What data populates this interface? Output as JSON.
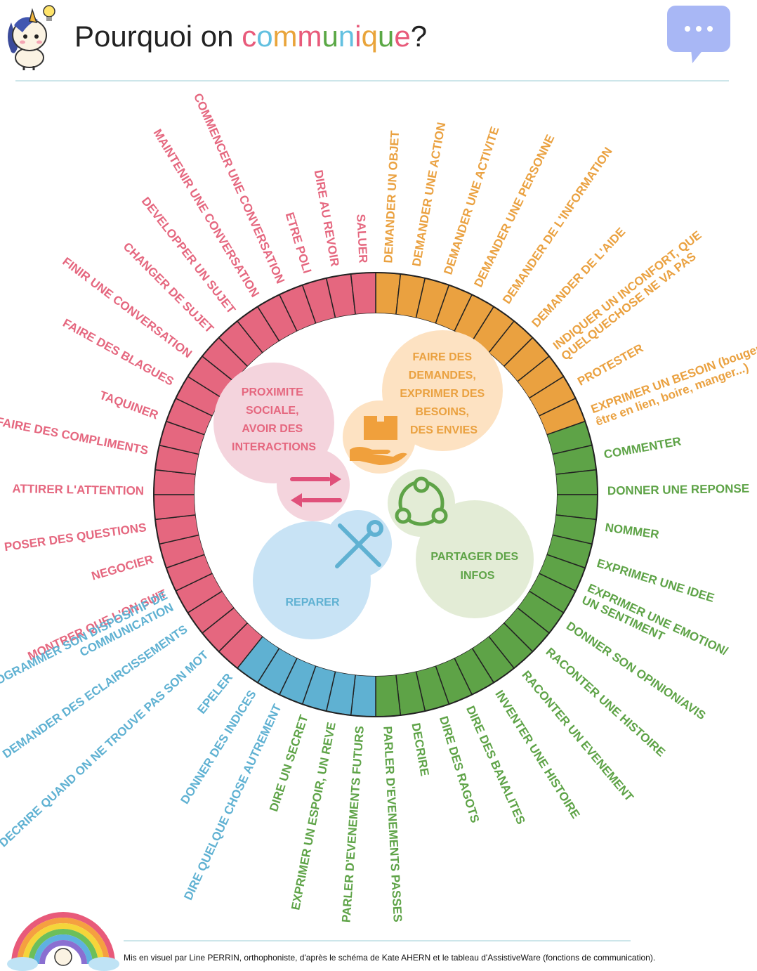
{
  "header": {
    "title_prefix": "Pourquoi on ",
    "title_letters": [
      "c",
      "o",
      "m",
      "m",
      "u",
      "n",
      "i",
      "q",
      "u",
      "e"
    ],
    "title_letter_colors": [
      "#e85a7a",
      "#62c0e0",
      "#e9a43a",
      "#e85a7a",
      "#5aa845",
      "#62c0e0",
      "#e85a7a",
      "#e9a43a",
      "#5aa845",
      "#e85a7a"
    ],
    "title_suffix": "?",
    "chat_icon": "speech-bubble-icon",
    "mascot_icon": "unicorn-mascot-icon"
  },
  "colors": {
    "pink": "#e5677f",
    "orange": "#eaa140",
    "green": "#5ea347",
    "blue": "#5fb1d2"
  },
  "ring": {
    "pink_segments": 22,
    "orange_segments": 11,
    "green_segments": 17,
    "blue_segments": 6
  },
  "categories": [
    {
      "id": "social",
      "color": "pink",
      "lines": [
        "PROXIMITE",
        "SOCIALE,",
        "AVOIR DES",
        "INTERACTIONS"
      ],
      "icon": "arrows-exchange-icon"
    },
    {
      "id": "requests",
      "color": "orange",
      "lines": [
        "FAIRE DES",
        "DEMANDES,",
        "EXPRIMER DES",
        "BESOINS,",
        "DES ENVIES"
      ],
      "icon": "hand-box-icon"
    },
    {
      "id": "share",
      "color": "green",
      "lines": [
        "PARTAGER DES",
        "INFOS"
      ],
      "icon": "share-network-icon"
    },
    {
      "id": "repair",
      "color": "blue",
      "lines": [
        "REPARER"
      ],
      "icon": "wrench-screwdriver-icon"
    }
  ],
  "labels": [
    {
      "text": "SALUER",
      "color": "pink"
    },
    {
      "text": "DIRE AU REVOIR",
      "color": "pink"
    },
    {
      "text": "ETRE POLI",
      "color": "pink"
    },
    {
      "text": "COMMENCER UNE CONVERSATION",
      "color": "pink"
    },
    {
      "text": "MAINTENIR UNE CONVERSATION",
      "color": "pink"
    },
    {
      "text": "DEVELOPPER UN SUJET",
      "color": "pink"
    },
    {
      "text": "CHANGER DE SUJET",
      "color": "pink"
    },
    {
      "text": "FINIR UNE CONVERSATION",
      "color": "pink"
    },
    {
      "text": "FAIRE DES BLAGUES",
      "color": "pink"
    },
    {
      "text": "TAQUINER",
      "color": "pink"
    },
    {
      "text": "FAIRE DES COMPLIMENTS",
      "color": "pink"
    },
    {
      "text": "ATTIRER L'ATTENTION",
      "color": "pink"
    },
    {
      "text": "POSER DES QUESTIONS",
      "color": "pink"
    },
    {
      "text": "NEGOCIER",
      "color": "pink"
    },
    {
      "text": "MONTRER QUE L'ON SUIT",
      "color": "pink"
    },
    {
      "text": "DEMANDER UN OBJET",
      "color": "orange"
    },
    {
      "text": "DEMANDER UNE ACTION",
      "color": "orange"
    },
    {
      "text": "DEMANDER UNE ACTIVITE",
      "color": "orange"
    },
    {
      "text": "DEMANDER UNE PERSONNE",
      "color": "orange"
    },
    {
      "text": "DEMANDER DE L'INFORMATION",
      "color": "orange"
    },
    {
      "text": "DEMANDER DE L'AIDE",
      "color": "orange"
    },
    {
      "text": "INDIQUER UN INCONFORT, QUE",
      "text2": "QUELQUECHOSE NE VA PAS",
      "color": "orange"
    },
    {
      "text": "PROTESTER",
      "color": "orange"
    },
    {
      "text": "EXPRIMER UN BESOIN (bouger,",
      "text2": "être en lien, boire, manger...)",
      "color": "orange"
    },
    {
      "text": "COMMENTER",
      "color": "green"
    },
    {
      "text": "DONNER UNE REPONSE",
      "color": "green"
    },
    {
      "text": "NOMMER",
      "color": "green"
    },
    {
      "text": "EXPRIMER UNE IDEE",
      "color": "green"
    },
    {
      "text": "EXPRIMER UNE EMOTION/",
      "text2": "UN SENTIMENT",
      "color": "green"
    },
    {
      "text": "DONNER SON OPINION/AVIS",
      "color": "green"
    },
    {
      "text": "RACONTER UNE HISTOIRE",
      "color": "green"
    },
    {
      "text": "RACONTER UN EVENEMENT",
      "color": "green"
    },
    {
      "text": "INVENTER UNE HISTOIRE",
      "color": "green"
    },
    {
      "text": "DIRE DES BANALITES",
      "color": "green"
    },
    {
      "text": "DIRE DES RAGOTS",
      "color": "green"
    },
    {
      "text": "DECRIRE",
      "color": "green"
    },
    {
      "text": "PARLER D'EVENEMENTS PASSES",
      "color": "green"
    },
    {
      "text": "PARLER D'EVENEMENTS FUTURS",
      "color": "green"
    },
    {
      "text": "EXPRIMER UN ESPOIR, UN REVE",
      "color": "green"
    },
    {
      "text": "DIRE UN SECRET",
      "color": "green"
    },
    {
      "text": "DIRE QUELQUE CHOSE AUTREMENT",
      "color": "blue"
    },
    {
      "text": "DONNER DES INDICES",
      "color": "blue"
    },
    {
      "text": "EPELER",
      "color": "blue"
    },
    {
      "text": "DECRIRE QUAND ON NE TROUVE PAS SON MOT",
      "color": "blue"
    },
    {
      "text": "DEMANDER DES ECLAIRCISSEMENTS",
      "color": "blue"
    },
    {
      "text": "PROGRAMMER SON DISPOSITIF DE",
      "text2": "COMMUNICATION",
      "color": "blue"
    }
  ],
  "footer": {
    "credit": "Mis en visuel par Line PERRIN, orthophoniste, d'après le schéma de Kate AHERN et le tableau d'AssistiveWare (fonctions de communication).",
    "rainbow_icon": "rainbow-unicorn-icon"
  }
}
